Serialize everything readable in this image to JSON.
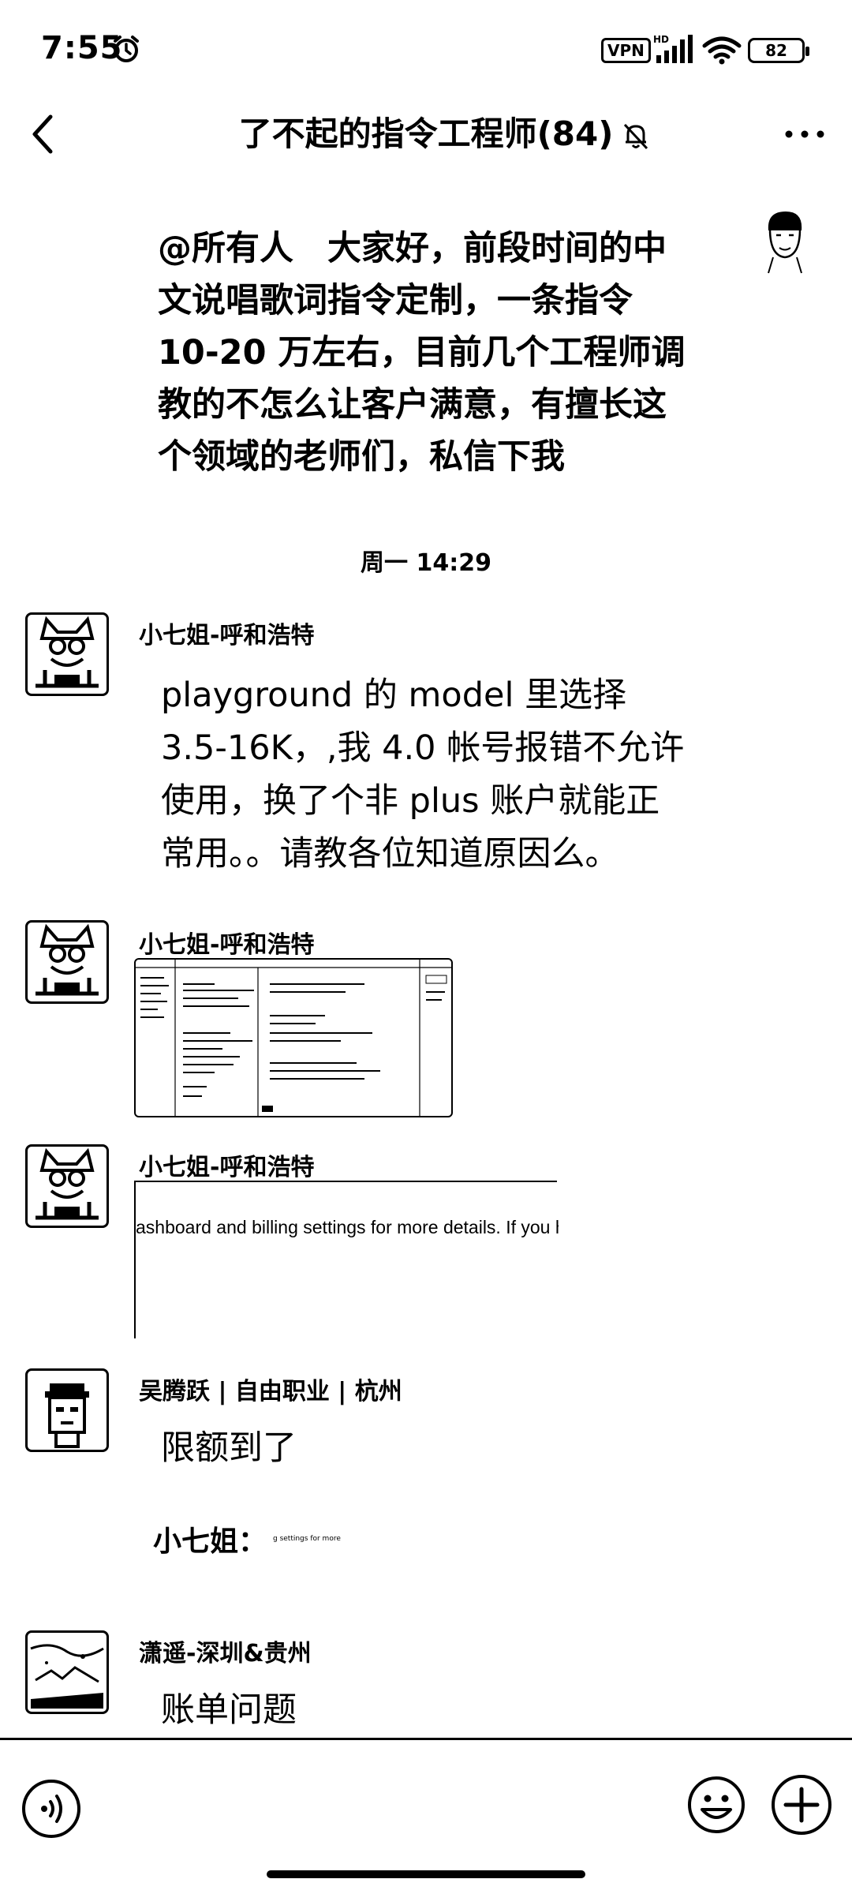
{
  "status_bar": {
    "time": "7:55",
    "vpn": "VPN",
    "battery": "82",
    "icons": [
      "alarm-icon",
      "hd-signal-icon",
      "wifi-icon",
      "battery-icon"
    ]
  },
  "header": {
    "title": "了不起的指令工程师(84)",
    "icons": [
      "back-icon",
      "mute-icon",
      "more-icon"
    ]
  },
  "messages": {
    "own": {
      "lines": [
        "@所有人　大家好，前段时间的中",
        "文说唱歌词指令定制，一条指令",
        "10-20 万左右，目前几个工程师调",
        "教的不怎么让客户满意，有擅长这",
        "个领域的老师们，私信下我"
      ]
    },
    "time_divider": "周一 14:29",
    "msg1": {
      "sender": "小七姐-呼和浩特",
      "lines": [
        "playground 的 model 里选择",
        "3.5-16K，,我 4.0 帐号报错不允许",
        "使用，换了个非 plus 账户就能正",
        "常用。。请教各位知道原因么。"
      ]
    },
    "msg2": {
      "sender": "小七姐-呼和浩特"
    },
    "msg3": {
      "sender": "小七姐-呼和浩特",
      "card_text": "ashboard and billing settings for more details. If you have"
    },
    "msg4": {
      "sender": "吴腾跃 | 自由职业 | 杭州",
      "text": "限额到了",
      "reply_prefix": "小七姐：",
      "reply_snippet": "g settings for more"
    },
    "msg5": {
      "sender": "潇遥-深圳&贵州",
      "text": "账单问题"
    }
  },
  "bottom_bar": {
    "icons": [
      "voice-icon",
      "emoji-icon",
      "plus-icon"
    ]
  }
}
